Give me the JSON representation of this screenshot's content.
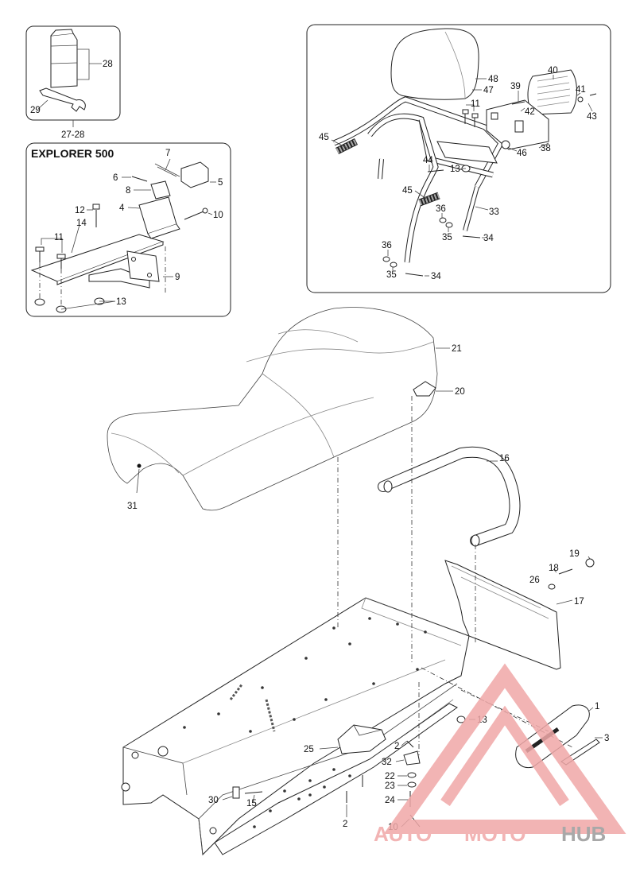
{
  "diagram": {
    "inset_title": "EXPLORER 500",
    "kit_label": "27-28",
    "labels": {
      "n28": "28",
      "n29": "29",
      "n7": "7",
      "n6": "6",
      "n5": "5",
      "n8": "8",
      "n4": "4",
      "n12": "12",
      "n10a": "10",
      "n14": "14",
      "n11a": "11",
      "n9": "9",
      "n13a": "13",
      "n48": "48",
      "n47": "47",
      "n40": "40",
      "n39": "39",
      "n41": "41",
      "n42": "42",
      "n43": "43",
      "n11b": "11",
      "n45a": "45",
      "n38": "38",
      "n46": "46",
      "n44": "44",
      "n13b": "13",
      "n45b": "45",
      "n33": "33",
      "n36a": "36",
      "n35a": "35",
      "n34a": "34",
      "n36b": "36",
      "n35b": "35",
      "n34b": "34",
      "n21": "21",
      "n20": "20",
      "n31": "31",
      "n16": "16",
      "n19": "19",
      "n18": "18",
      "n26": "26",
      "n17": "17",
      "n1": "1",
      "n3": "3",
      "n13c": "13",
      "n2a": "2",
      "n25": "25",
      "n32": "32",
      "n22": "22",
      "n23": "23",
      "n24": "24",
      "n30": "30",
      "n15": "15",
      "n10b": "10",
      "n2b": "2"
    },
    "watermark": {
      "part1": "AUTO",
      "part2": "MOTO",
      "part3": "HUB",
      "color_primary": "#f0a8a8",
      "color_secondary": "#9a9a9a"
    }
  }
}
